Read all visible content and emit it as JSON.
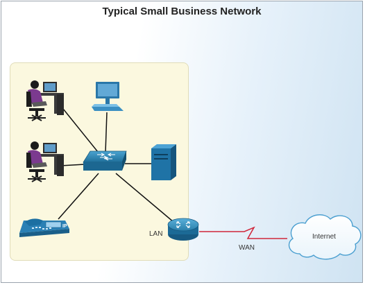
{
  "diagram": {
    "title": "Typical Small Business Network",
    "labels": {
      "lan": "LAN",
      "wan": "WAN",
      "internet": "Internet",
      "ip_phone_badge": "IP"
    }
  }
}
